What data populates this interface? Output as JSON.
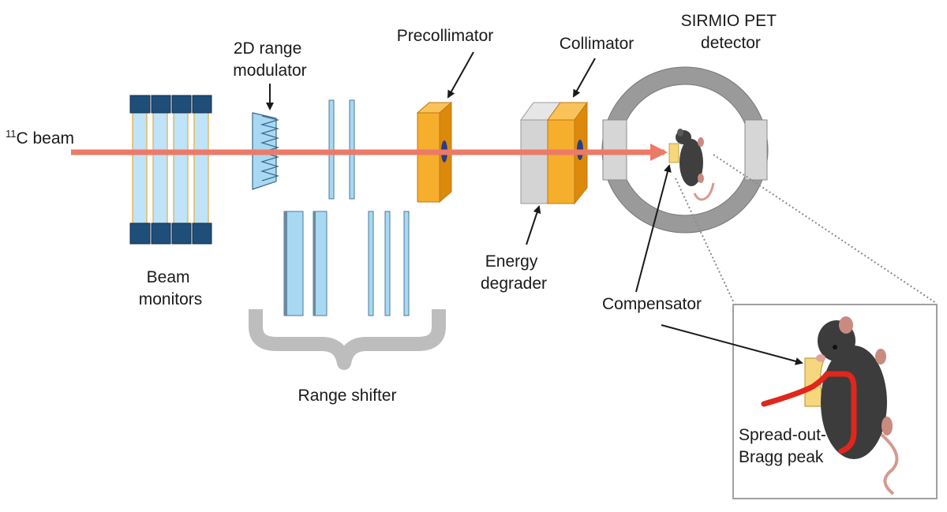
{
  "labels": {
    "beam_sup": "11",
    "beam": "C beam",
    "modulator": [
      "2D range",
      "modulator"
    ],
    "precollimator": "Precollimator",
    "collimator": "Collimator",
    "detector": [
      "SIRMIO PET",
      "detector"
    ],
    "energy_degrader": [
      "Energy",
      "degrader"
    ],
    "beam_monitors": [
      "Beam",
      "monitors"
    ],
    "compensator": "Compensator",
    "range_shifter": "Range shifter",
    "sobp": [
      "Spread-out-",
      "Bragg peak"
    ]
  },
  "colors": {
    "beam": "#ec7a68",
    "monitor_dark": "#1f4e79",
    "panel": "#a9d8f3",
    "collimator": "#f6ae2d",
    "degrader": "#d4d4d4",
    "ring": "#9a9a9a",
    "compensator": "#f7d77e",
    "mouse": "#444444",
    "bragg": "#e1261c"
  },
  "icons": [
    "mouse-icon",
    "mouse-inset-icon"
  ]
}
